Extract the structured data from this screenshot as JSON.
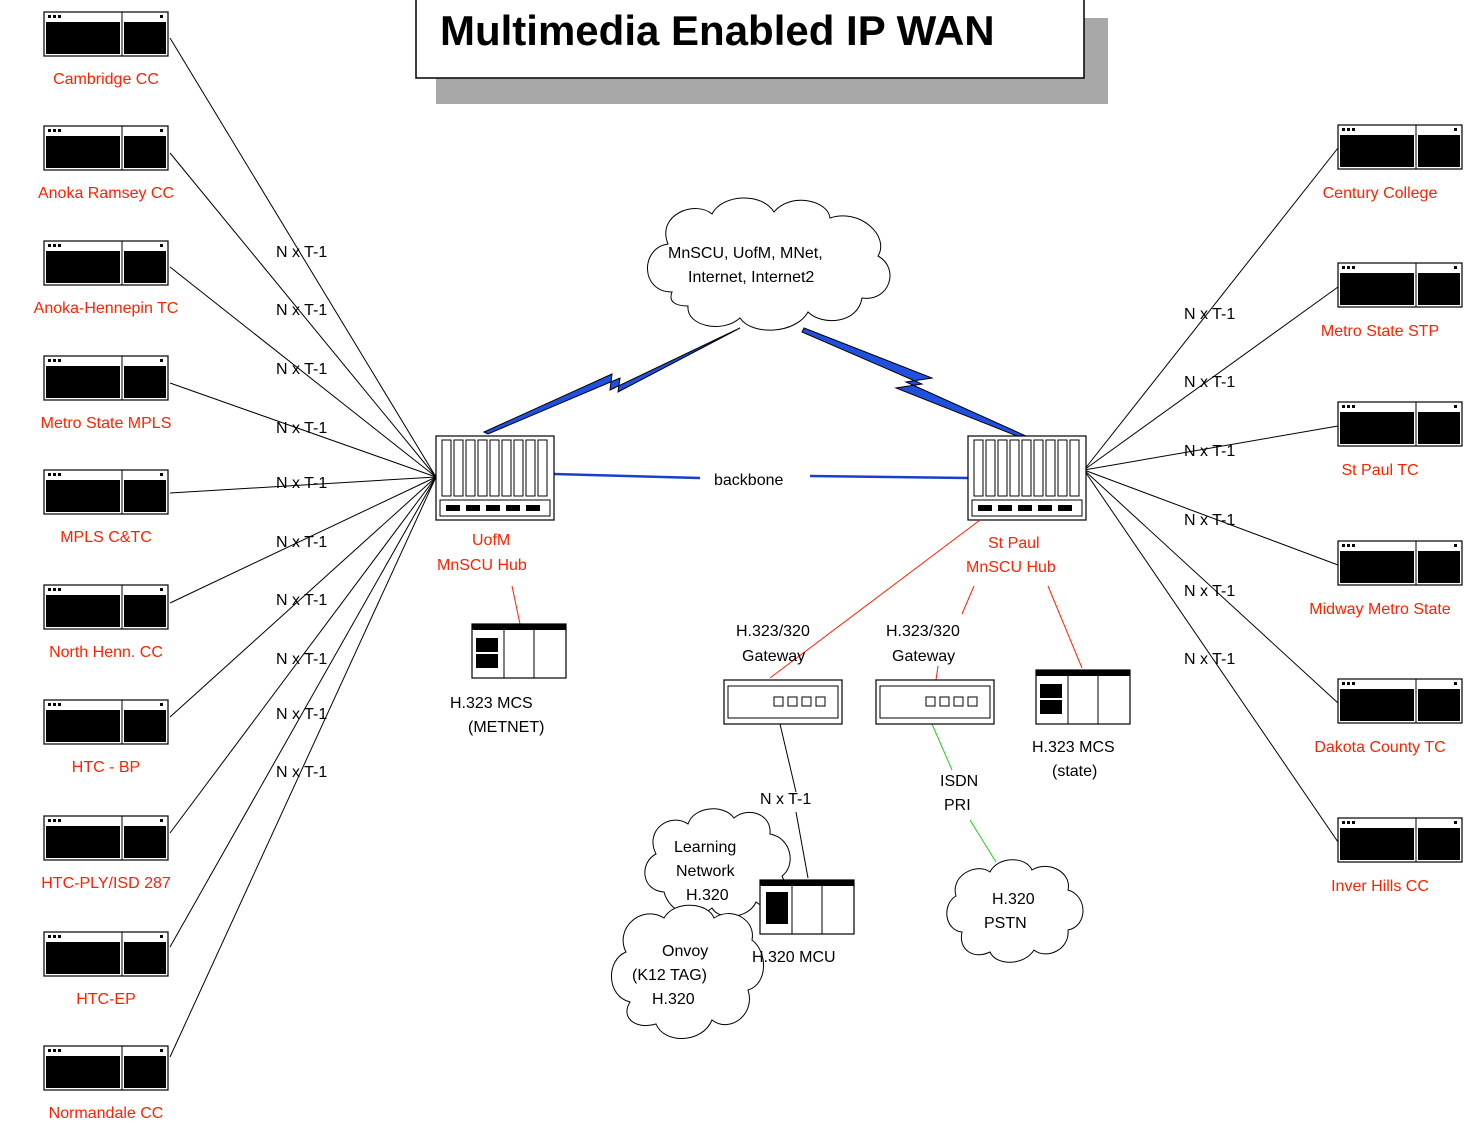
{
  "title": "Multimedia Enabled IP WAN",
  "cloud_main": [
    "MnSCU, UofM, MNet,",
    "Internet, Internet2"
  ],
  "backbone_label": "backbone",
  "link_label": "N x T-1",
  "hubs": {
    "left": [
      "UofM",
      "MnSCU Hub"
    ],
    "right": [
      "St Paul",
      "MnSCU Hub"
    ]
  },
  "left_sites": [
    "Cambridge CC",
    "Anoka Ramsey CC",
    "Anoka-Hennepin TC",
    "Metro State MPLS",
    "MPLS C&TC",
    "North Henn. CC",
    "HTC - BP",
    "HTC-PLY/ISD 287",
    "HTC-EP",
    "Normandale CC"
  ],
  "right_sites": [
    "Century College",
    "Metro State STP",
    "St Paul TC",
    "Midway Metro State",
    "Dakota County TC",
    "Inver Hills CC"
  ],
  "devices": {
    "mcs_metnet": [
      "H.323 MCS",
      "(METNET)"
    ],
    "gateway1": [
      "H.323/320",
      "Gateway"
    ],
    "gateway2": [
      "H.323/320",
      "Gateway"
    ],
    "mcs_state": [
      "H.323 MCS",
      "(state)"
    ],
    "mcu": "H.320 MCU",
    "nxt1": "N x T-1",
    "isdn": [
      "ISDN",
      "PRI"
    ]
  },
  "clouds": {
    "learning": [
      "Learning",
      "Network",
      "H.320"
    ],
    "onvoy": [
      "Onvoy",
      "(K12 TAG)",
      "H.320"
    ],
    "pstn": [
      "H.320",
      "PSTN"
    ]
  },
  "colors": {
    "site_label": "#ff2200",
    "backbone": "#1a3fcc",
    "red_link": "#ff2200",
    "green_link": "#22cc22"
  }
}
